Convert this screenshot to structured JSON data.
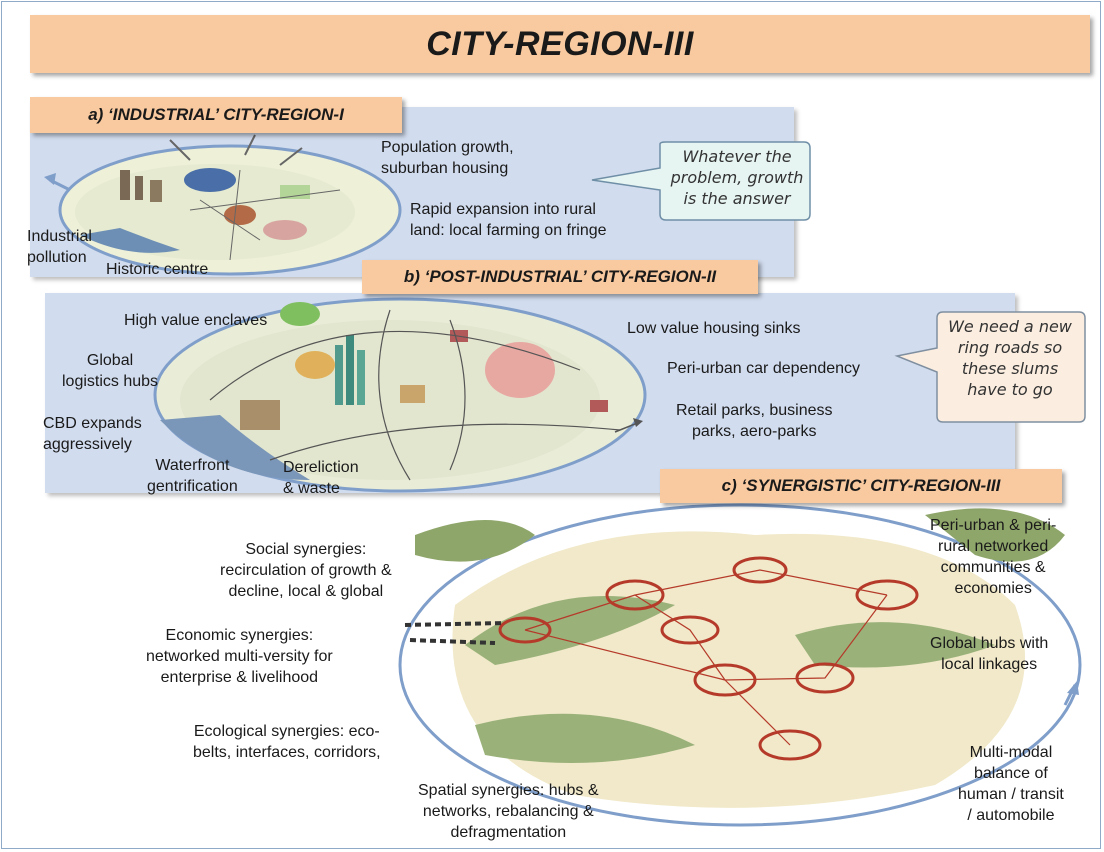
{
  "title": "CITY-REGION-III",
  "section_a": {
    "title": "a) ‘INDUSTRIAL’ CITY-REGION-I",
    "labels": {
      "pop_growth": [
        "Population growth,",
        "suburban housing"
      ],
      "rapid": [
        "Rapid expansion into rural",
        "land: local farming on fringe"
      ],
      "industrial": [
        "Industrial",
        "pollution"
      ],
      "historic": "Historic centre"
    },
    "callout": [
      "Whatever the",
      "problem, growth",
      "is the answer"
    ]
  },
  "section_b": {
    "title": "b) ‘POST-INDUSTRIAL’ CITY-REGION-II",
    "labels": {
      "high_value": "High value enclaves",
      "global_logistics": [
        "Global",
        "logistics hubs"
      ],
      "cbd": [
        "CBD expands",
        "aggressively"
      ],
      "waterfront": [
        "Waterfront",
        "gentrification"
      ],
      "dereliction": [
        "Dereliction",
        "& waste"
      ],
      "low_value": "Low value housing sinks",
      "car": "Peri-urban car dependency",
      "retail": [
        "Retail parks, business",
        "parks, aero-parks"
      ]
    },
    "callout": [
      "We need a new",
      "ring roads so",
      "these slums",
      "have to go"
    ]
  },
  "section_c": {
    "title": "c) ‘SYNERGISTIC’ CITY-REGION-III",
    "labels": {
      "social": [
        "Social synergies:",
        "recirculation of growth &",
        "decline, local & global"
      ],
      "economic": [
        "Economic synergies:",
        "networked multi-versity for",
        "enterprise & livelihood"
      ],
      "ecological": [
        "Ecological synergies:  eco-",
        "belts, interfaces, corridors,"
      ],
      "spatial": [
        "Spatial synergies: hubs &",
        "networks, rebalancing &",
        "defragmentation"
      ],
      "peri": [
        "Peri-urban & peri-",
        "rural networked",
        "communities &",
        "economies"
      ],
      "global_hubs": [
        "Global hubs with",
        "local linkages"
      ],
      "multimodal": [
        "Multi-modal",
        "balance of",
        "human  / transit",
        "/ automobile"
      ]
    }
  },
  "colors": {
    "banner": "#f9c99f",
    "panel": "#d1dcee",
    "callout_a": "#e6f4f2",
    "callout_b": "#fbeee1",
    "arrow": "#7f9ec9"
  }
}
